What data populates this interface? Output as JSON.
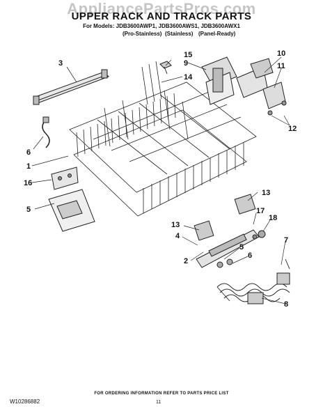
{
  "watermark": "AppliancePartsPros.com",
  "title": "UPPER RACK AND TRACK PARTS",
  "models_line": "For Models: JDB3600AWP1, JDB3600AWS1, JDB3600AWX1",
  "model_finishes": [
    "(Pro-Stainless)",
    "(Stainless)",
    "(Panel-Ready)"
  ],
  "callouts": [
    "3",
    "15",
    "9",
    "14",
    "10",
    "11",
    "12",
    "6",
    "1",
    "16",
    "5",
    "13",
    "13",
    "17",
    "18",
    "4",
    "2",
    "5",
    "6",
    "7",
    "8"
  ],
  "footer_note": "FOR ORDERING INFORMATION REFER TO PARTS PRICE LIST",
  "doc_number": "W10286882",
  "page_number": "11"
}
